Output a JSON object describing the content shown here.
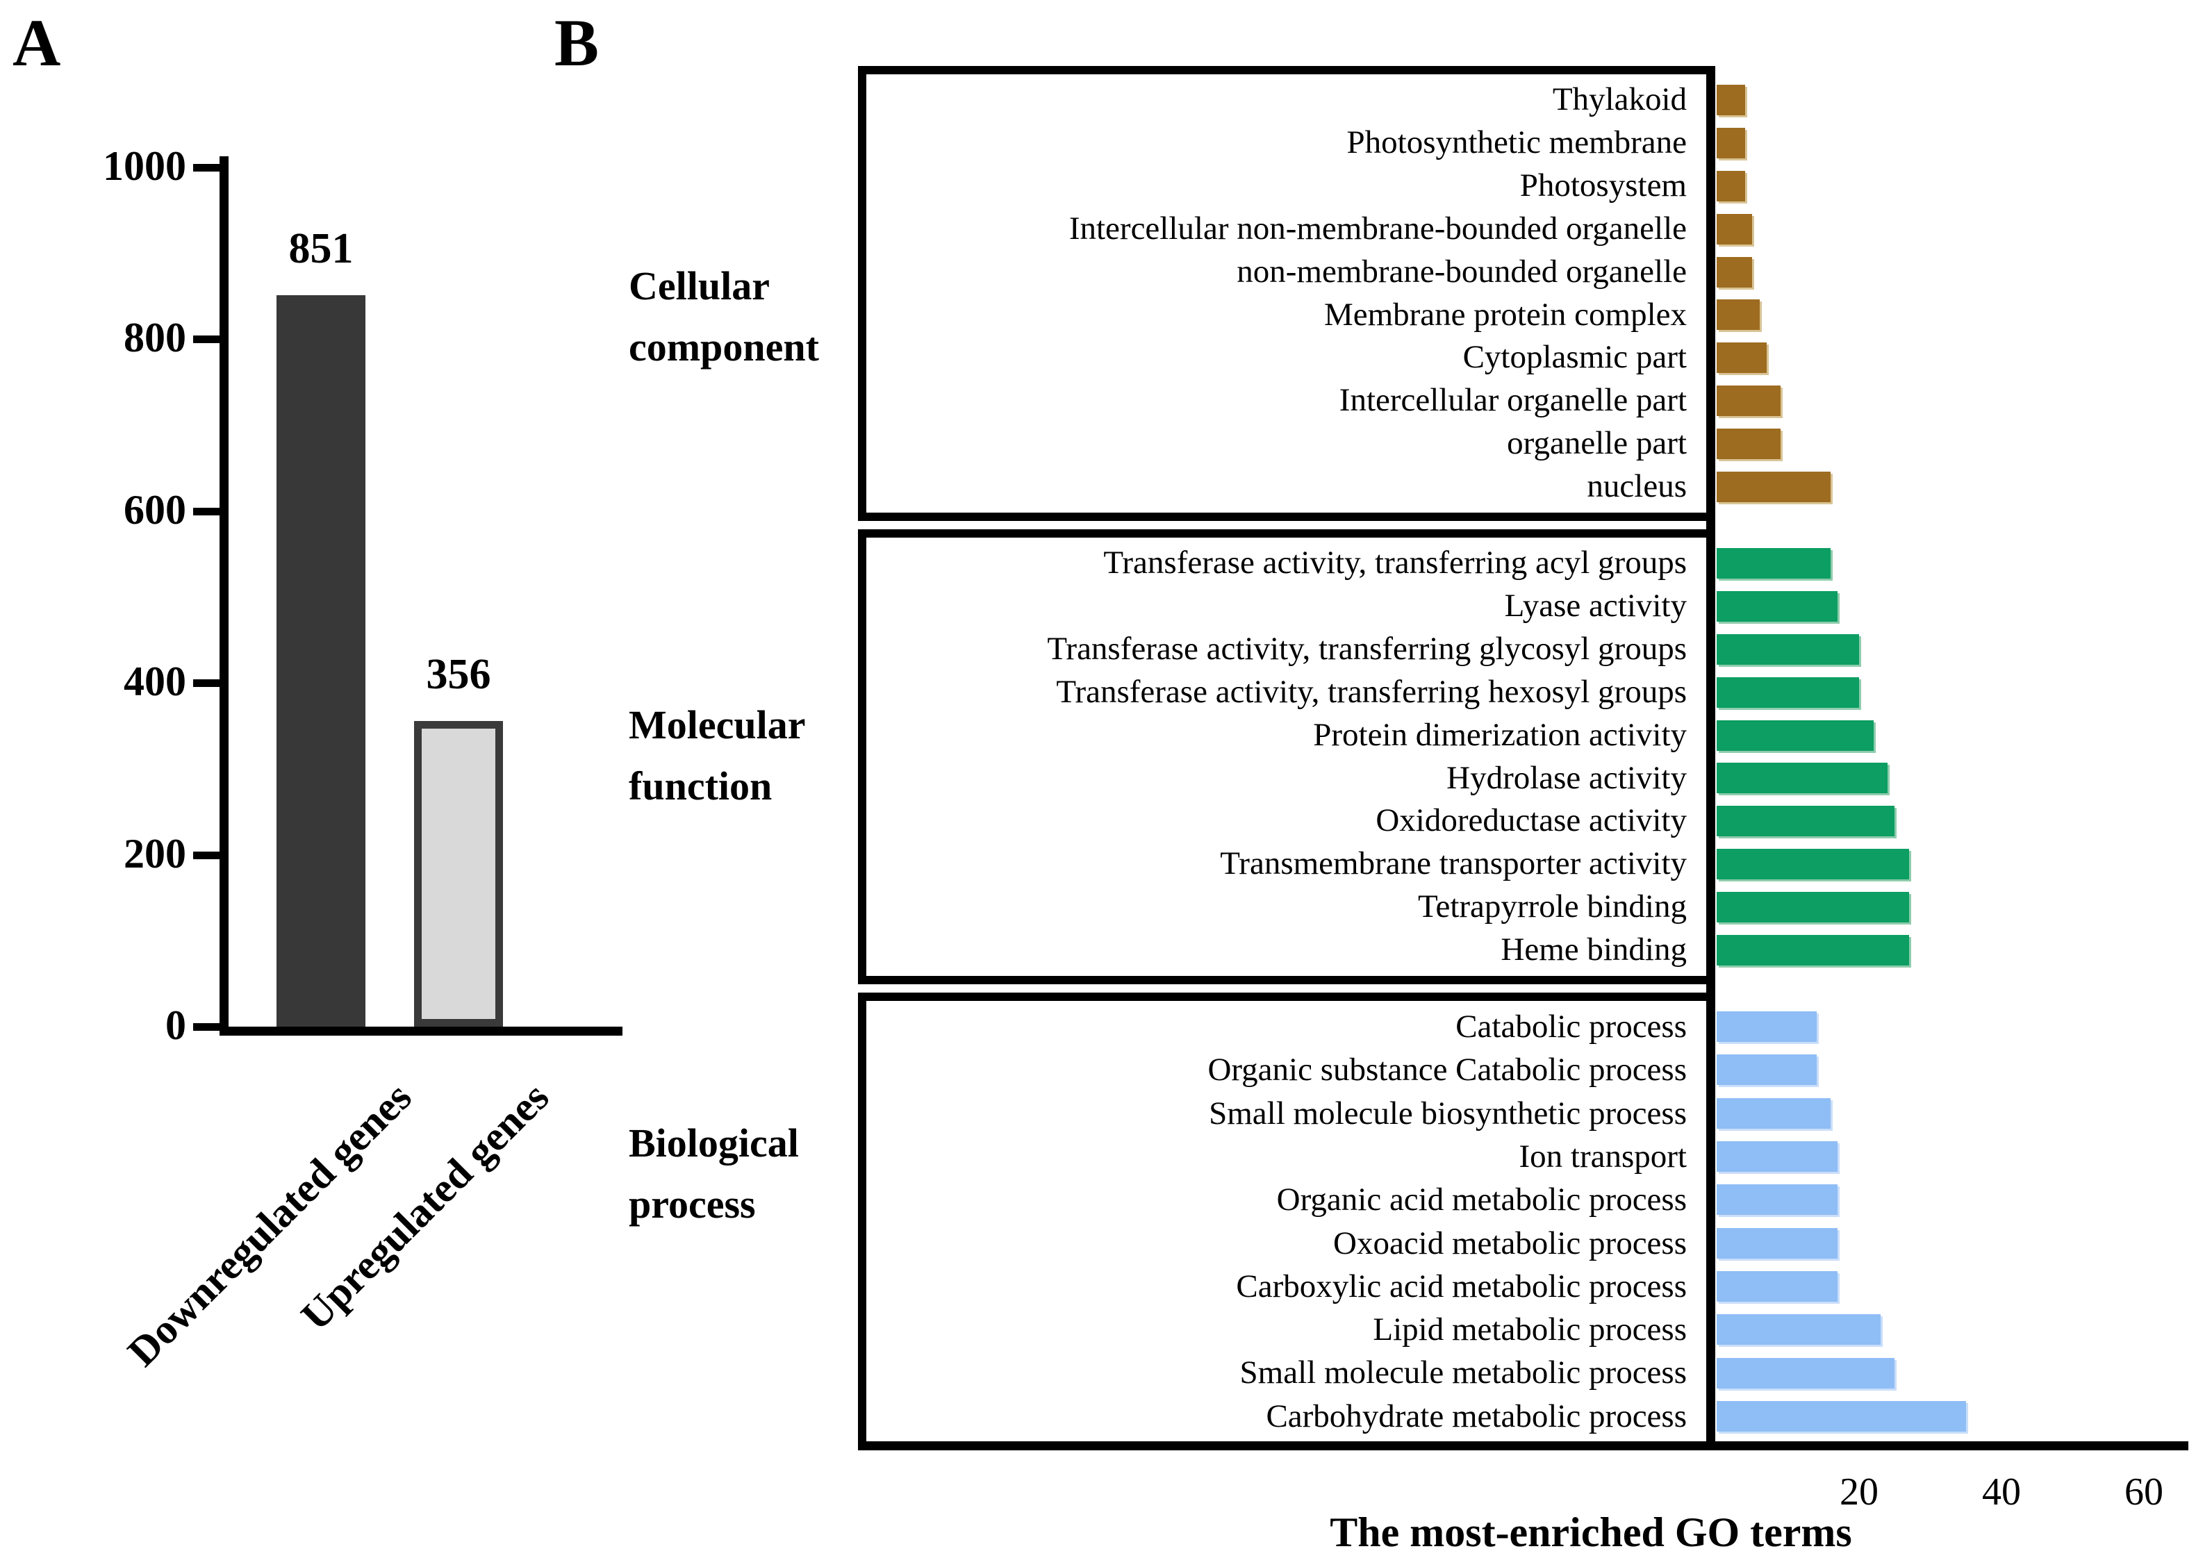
{
  "panels": {
    "a": {
      "letter": "A"
    },
    "b": {
      "letter": "B"
    }
  },
  "chart_data": [
    {
      "type": "bar",
      "panel": "A",
      "orientation": "vertical",
      "categories": [
        "Downregulated genes",
        "Upregulated genes"
      ],
      "values": [
        851,
        356
      ],
      "bar_labels": [
        "851",
        "356"
      ],
      "ylim": [
        0,
        1000
      ],
      "yticks": [
        0,
        200,
        400,
        600,
        800,
        1000
      ],
      "bar_colors": [
        "#383838",
        "#D9D9D9"
      ],
      "bar_border_colors": [
        "#383838",
        "#3A3A3A"
      ],
      "grid": false,
      "legend": null
    },
    {
      "type": "bar",
      "panel": "B",
      "orientation": "horizontal",
      "xlabel": "The most-enriched GO terms",
      "xticks": [
        20,
        40,
        60
      ],
      "xlim": [
        0,
        66
      ],
      "grid": false,
      "legend": null,
      "groups": [
        {
          "name": "Cellular component",
          "color": "#9D6C20",
          "edge_color": "#D9C496",
          "items": [
            {
              "label": "Thylakoid",
              "value": 4
            },
            {
              "label": "Photosynthetic membrane",
              "value": 4
            },
            {
              "label": "Photosystem",
              "value": 4
            },
            {
              "label": "Intercellular non-membrane-bounded organelle",
              "value": 5
            },
            {
              "label": "non-membrane-bounded organelle",
              "value": 5
            },
            {
              "label": "Membrane protein complex",
              "value": 6
            },
            {
              "label": "Cytoplasmic part",
              "value": 7
            },
            {
              "label": "Intercellular organelle part",
              "value": 9
            },
            {
              "label": "organelle part",
              "value": 9
            },
            {
              "label": "nucleus",
              "value": 16
            }
          ]
        },
        {
          "name": "Molecular function",
          "color": "#0C9E62",
          "edge_color": "#8FCCAC",
          "items": [
            {
              "label": "Transferase activity, transferring acyl groups",
              "value": 16
            },
            {
              "label": "Lyase activity",
              "value": 17
            },
            {
              "label": "Transferase activity, transferring glycosyl groups",
              "value": 20
            },
            {
              "label": "Transferase activity, transferring hexosyl groups",
              "value": 20
            },
            {
              "label": "Protein dimerization activity",
              "value": 22
            },
            {
              "label": "Hydrolase activity",
              "value": 24
            },
            {
              "label": "Oxidoreductase activity",
              "value": 25
            },
            {
              "label": "Transmembrane transporter activity",
              "value": 27
            },
            {
              "label": "Tetrapyrrole binding",
              "value": 27
            },
            {
              "label": "Heme binding",
              "value": 27
            }
          ]
        },
        {
          "name": "Biological process",
          "color": "#8FBDF5",
          "edge_color": "#C9DEFA",
          "items": [
            {
              "label": "Catabolic process",
              "value": 14
            },
            {
              "label": "Organic substance Catabolic process",
              "value": 14
            },
            {
              "label": "Small molecule biosynthetic process",
              "value": 16
            },
            {
              "label": "Ion transport",
              "value": 17
            },
            {
              "label": "Organic acid metabolic process",
              "value": 17
            },
            {
              "label": "Oxoacid metabolic process",
              "value": 17
            },
            {
              "label": "Carboxylic acid metabolic process",
              "value": 17
            },
            {
              "label": "Lipid metabolic process",
              "value": 23
            },
            {
              "label": "Small molecule metabolic process",
              "value": 25
            },
            {
              "label": "Carbohydrate metabolic process",
              "value": 35
            }
          ]
        }
      ]
    }
  ]
}
